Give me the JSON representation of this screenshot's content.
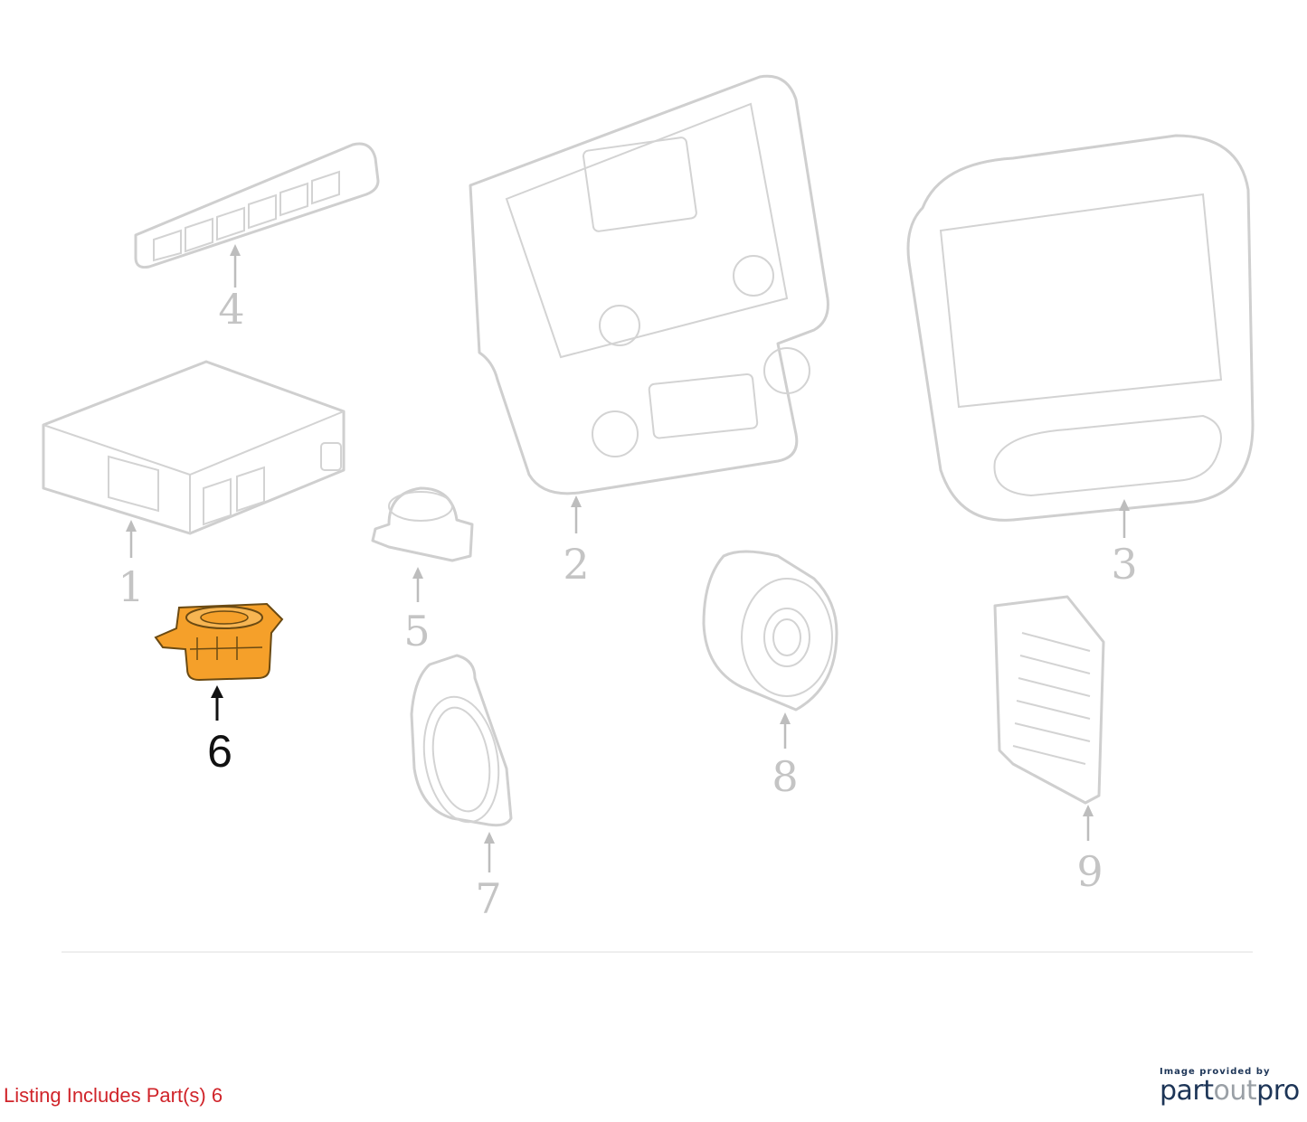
{
  "labels": {
    "p1": "1",
    "p2": "2",
    "p3": "3",
    "p4": "4",
    "p5": "5",
    "p6": "6",
    "p7": "7",
    "p8": "8",
    "p9": "9"
  },
  "highlight_color": "#f5a02a",
  "listing_text": "Listing Includes Part(s) 6",
  "credit": {
    "caption": "Image provided by",
    "brand_a": "part",
    "brand_b": "out",
    "brand_c": "pro"
  }
}
